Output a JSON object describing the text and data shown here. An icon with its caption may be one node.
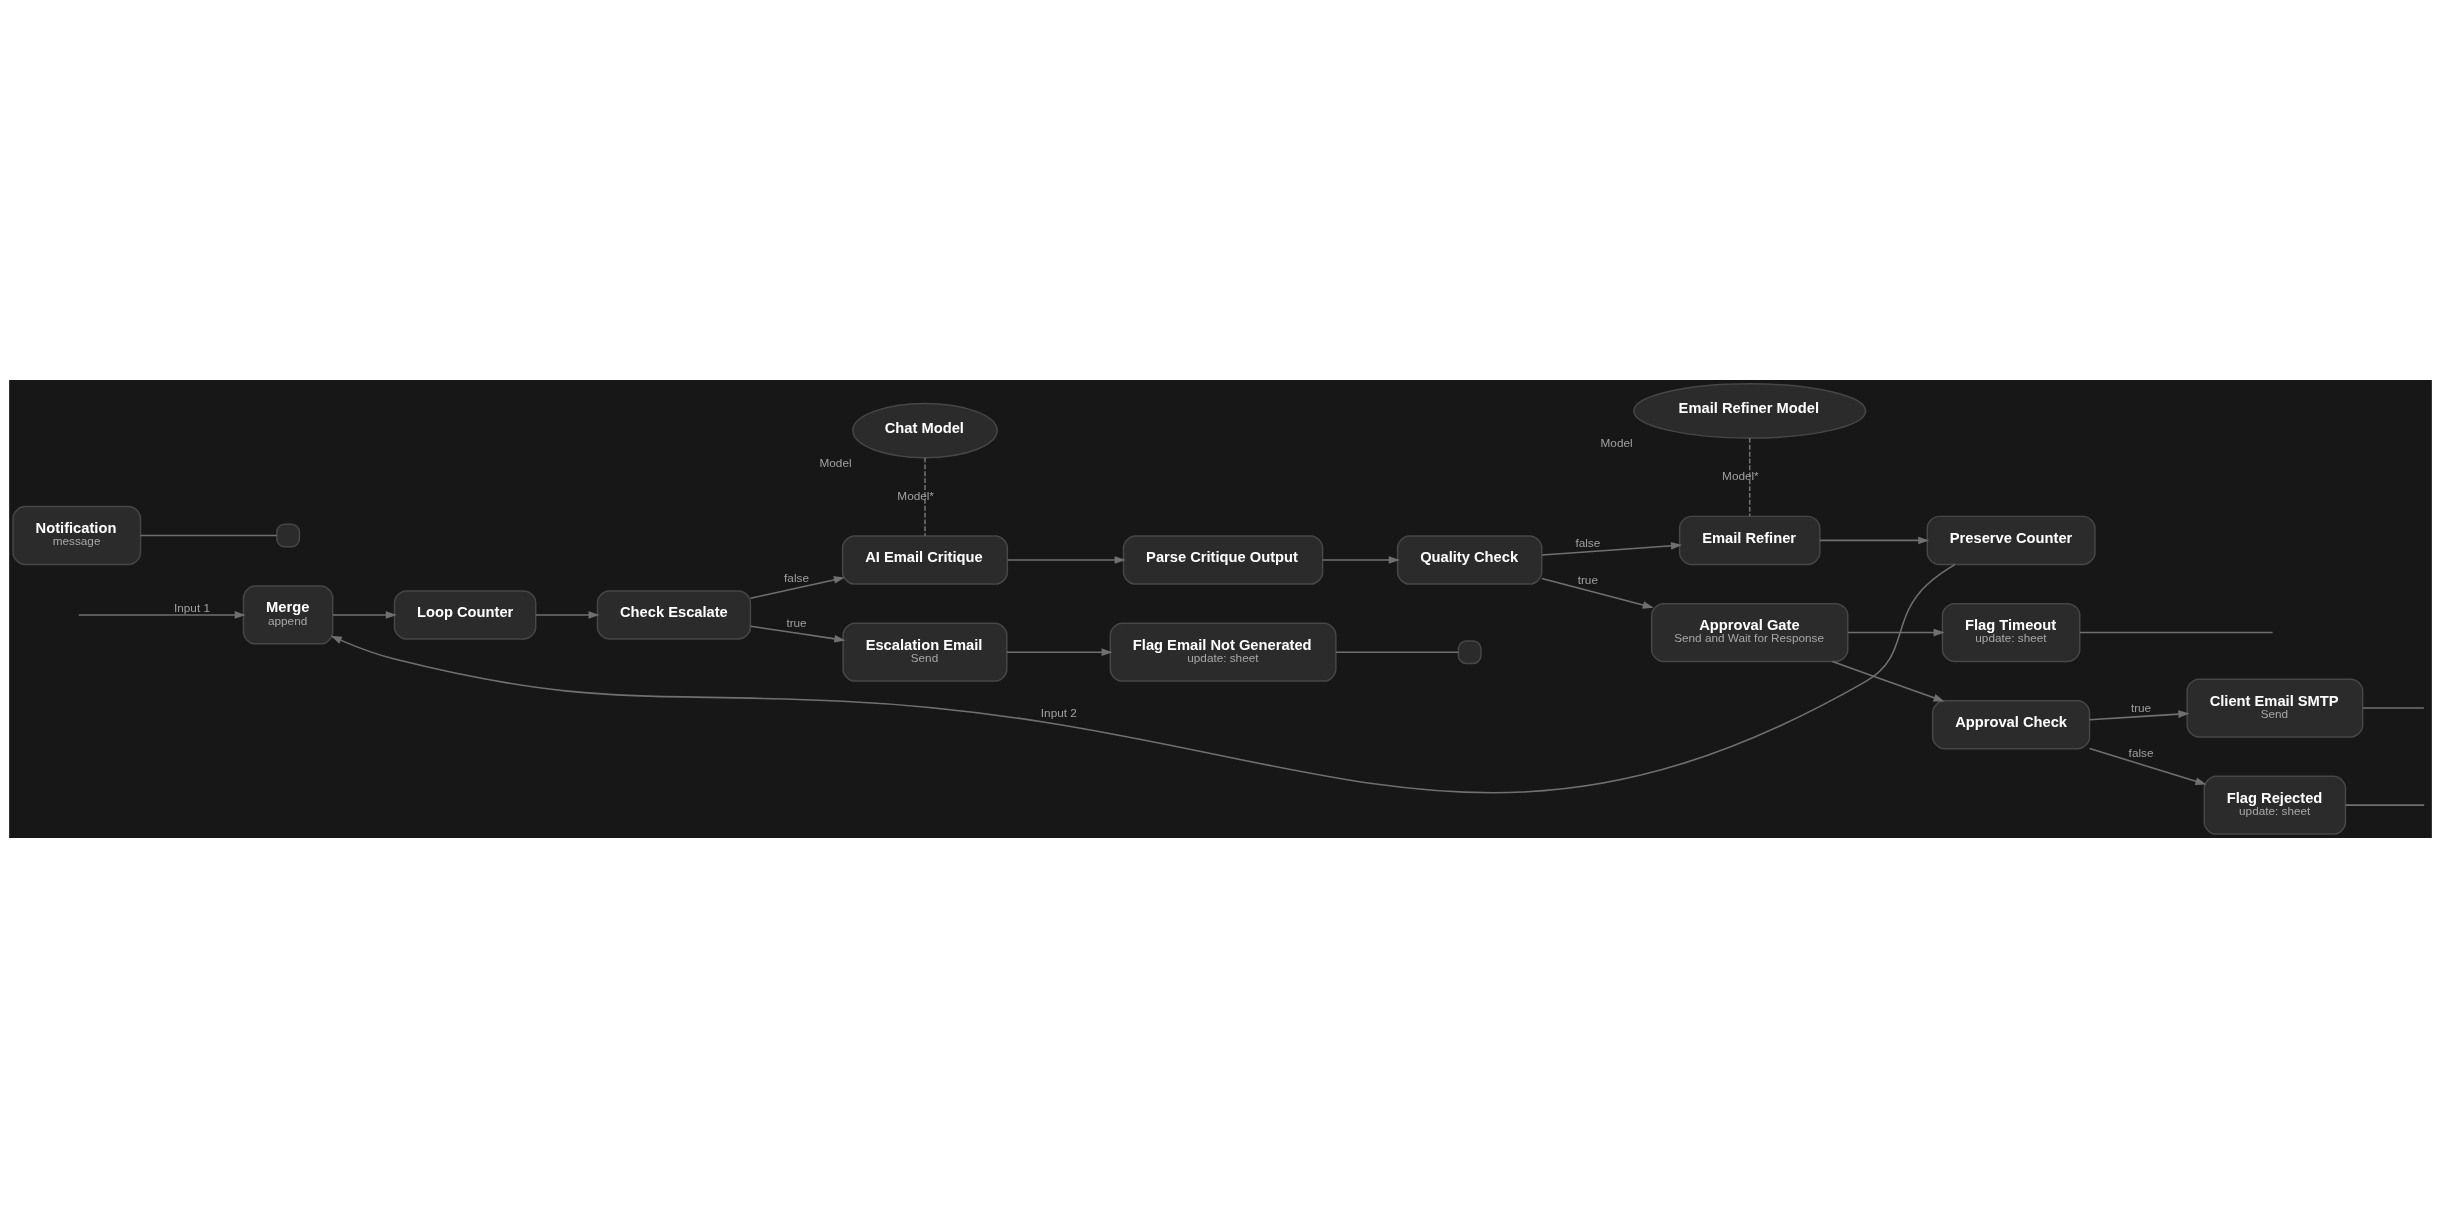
{
  "diagram": {
    "nodes": [
      {
        "text": [
          "Merge",
          "append"
        ]
      },
      {
        "text": [
          "Loop Counter"
        ]
      },
      {
        "text": [
          "Check Escalate"
        ]
      },
      {
        "text": [
          "Escalation Email",
          "Send"
        ]
      },
      {
        "text": [
          "Flag Email Not Generated",
          "update: sheet"
        ]
      },
      {
        "text": [],
        "shape": "box"
      },
      {
        "text": [
          "AI Email Critique"
        ]
      },
      {
        "text": [
          "Chat Model"
        ],
        "beside": [
          "Model"
        ]
      },
      {
        "text": [
          "Parse Critique Output"
        ]
      },
      {
        "text": [
          "Quality Check"
        ]
      },
      {
        "text": [
          "Approval Gate",
          "Send and Wait for Response"
        ]
      },
      {
        "text": [
          "Approval Check"
        ]
      },
      {
        "text": [
          "Client Email SMTP",
          "Send"
        ]
      },
      {
        "text": [
          "Flag Rejected",
          "update: sheet"
        ]
      },
      {
        "text": [
          "Flag Timeout",
          "update: sheet"
        ]
      },
      {
        "text": [
          "Email Refiner"
        ]
      },
      {
        "text": [
          "Email Refiner Model"
        ],
        "beside": [
          "Model"
        ]
      },
      {
        "text": [
          "Preserve Counter"
        ]
      },
      {
        "text": [
          "Notification",
          "message"
        ]
      },
      {
        "text": [],
        "shape": "box"
      }
    ],
    "edges": [
      {
        "from": null,
        "to": 0,
        "arrow": "to",
        "label": "Input 1"
      },
      {
        "from": 17,
        "to": 0,
        "arrow": "to",
        "label": "Input 2"
      },
      {
        "from": 0,
        "to": 1,
        "arrow": "to"
      },
      {
        "from": 1,
        "to": 2,
        "arrow": "to"
      },
      {
        "from": 2,
        "to": 3,
        "arrow": "to",
        "label": "true"
      },
      {
        "from": 2,
        "to": 6,
        "arrow": "to",
        "label": "false"
      },
      {
        "from": 3,
        "to": 4,
        "arrow": "to"
      },
      {
        "from": 4,
        "to": 5,
        "arrow": "none"
      },
      {
        "from": 7,
        "to": 6,
        "arrow": "none",
        "label": "Model*",
        "style": "dashed"
      },
      {
        "from": 6,
        "to": 8,
        "arrow": "to"
      },
      {
        "from": 8,
        "to": 9,
        "arrow": "to"
      },
      {
        "from": 9,
        "to": 10,
        "arrow": "to",
        "label": "true"
      },
      {
        "from": 9,
        "to": 15,
        "arrow": "to",
        "label": "false"
      },
      {
        "from": 10,
        "to": 11,
        "arrow": "to"
      },
      {
        "from": 11,
        "to": 12,
        "arrow": "to",
        "label": "true"
      },
      {
        "from": 11,
        "to": 13,
        "arrow": "to",
        "label": "false"
      },
      {
        "from": 10,
        "to": 14,
        "arrow": "to"
      },
      {
        "from": 12,
        "to": null,
        "arrow": "none"
      },
      {
        "from": 13,
        "to": null,
        "arrow": "none"
      },
      {
        "from": 14,
        "to": null,
        "arrow": "none"
      },
      {
        "from": 16,
        "to": 15,
        "arrow": "none",
        "label": "Model*",
        "style": "dashed"
      },
      {
        "from": 15,
        "to": 17,
        "arrow": "to"
      },
      {
        "from": 18,
        "to": 19,
        "arrow": "none"
      }
    ]
  }
}
